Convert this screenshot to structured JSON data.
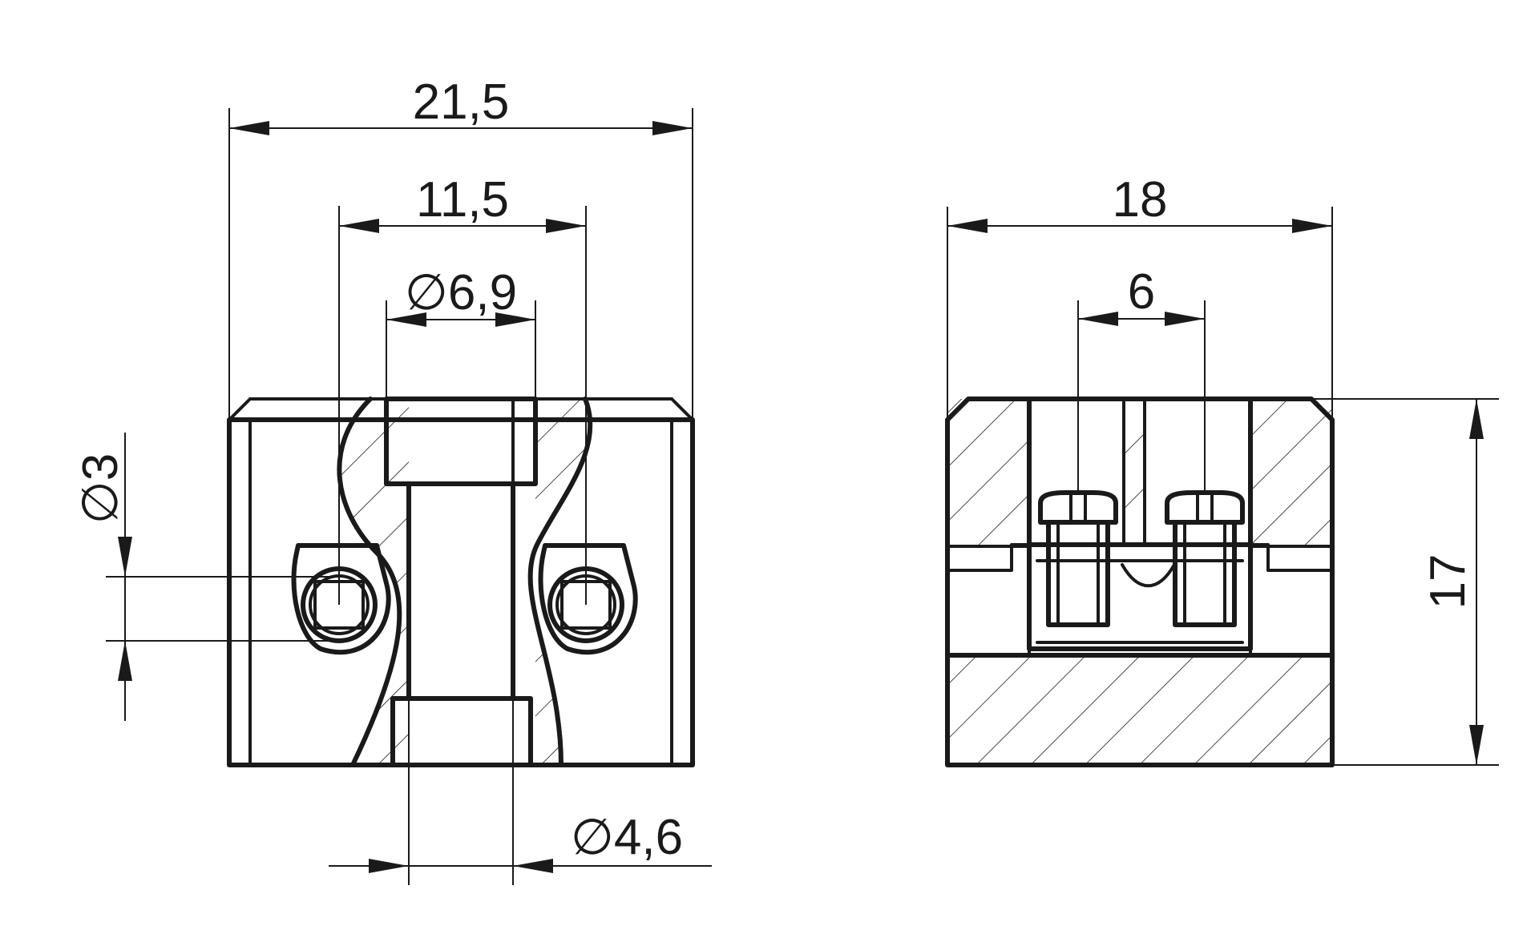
{
  "dimensions": {
    "overall_width_front": "21,5",
    "terminal_spacing": "11,5",
    "mount_counterbore": "∅6,9",
    "wire_hole": "∅3",
    "mount_hole": "∅4,6",
    "overall_width_side": "18",
    "screw_spacing": "6",
    "height": "17"
  },
  "colors": {
    "line": "#1a1a1a",
    "background": "#ffffff"
  }
}
